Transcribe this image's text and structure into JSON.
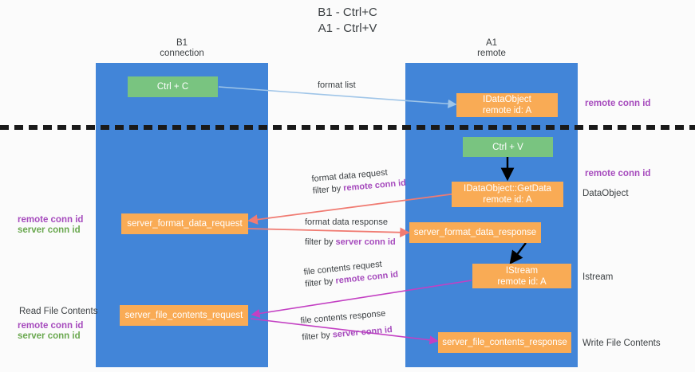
{
  "title": "B1 - Ctrl+C\nA1 - Ctrl+V",
  "columns": {
    "left": {
      "header": "B1\nconnection"
    },
    "right": {
      "header": "A1\nremote"
    }
  },
  "nodes": {
    "ctrl_c": {
      "label": "Ctrl + C"
    },
    "idataobject_remote": {
      "label": "IDataObject\nremote id: A"
    },
    "ctrl_v": {
      "label": "Ctrl + V"
    },
    "getdata": {
      "label": "IDataObject::GetData\nremote id: A"
    },
    "server_format_data_request": {
      "label": "server_format_data_request"
    },
    "server_format_data_response": {
      "label": "server_format_data_response"
    },
    "istream": {
      "label": "IStream\nremote id: A"
    },
    "server_file_contents_request": {
      "label": "server_file_contents_request"
    },
    "server_file_contents_response": {
      "label": "server_file_contents_response"
    }
  },
  "edge_labels": {
    "format_list": "format list",
    "format_data_request_line1": "format data request",
    "format_data_request_line2_prefix": "filter by ",
    "format_data_request_line2_key": "remote conn id",
    "format_data_response_line1": "format data response",
    "format_data_response_line2_prefix": "filter by ",
    "format_data_response_line2_key": "server conn id",
    "file_contents_request_line1": "file contents request",
    "file_contents_request_line2_prefix": "filter by ",
    "file_contents_request_line2_key": "remote conn id",
    "file_contents_response_line1": "file contents response",
    "file_contents_response_line2_prefix": "filter by ",
    "file_contents_response_line2_key": "server conn id"
  },
  "annotations": {
    "right_remote_conn_id_top": "remote conn id",
    "right_remote_conn_id_mid": "remote conn id",
    "right_dataobject": "DataObject",
    "right_istream": "Istream",
    "right_write_file_contents": "Write File Contents",
    "left_remote_conn_id": "remote conn id",
    "left_server_conn_id": "server conn id",
    "left_read_file_contents": "Read File Contents",
    "left_remote_conn_id_2": "remote conn id",
    "left_server_conn_id_2": "server conn id"
  },
  "colors": {
    "lane": "#4285d8",
    "green_node": "#79c480",
    "orange_node": "#f9ab55",
    "purple_key": "#a64bbd",
    "green_key": "#6aa84f",
    "arrow_blue": "#9fc5e8",
    "arrow_red": "#f07b72",
    "arrow_magenta": "#c340c3",
    "arrow_black": "#000000",
    "divider": "#1a1a1a"
  }
}
